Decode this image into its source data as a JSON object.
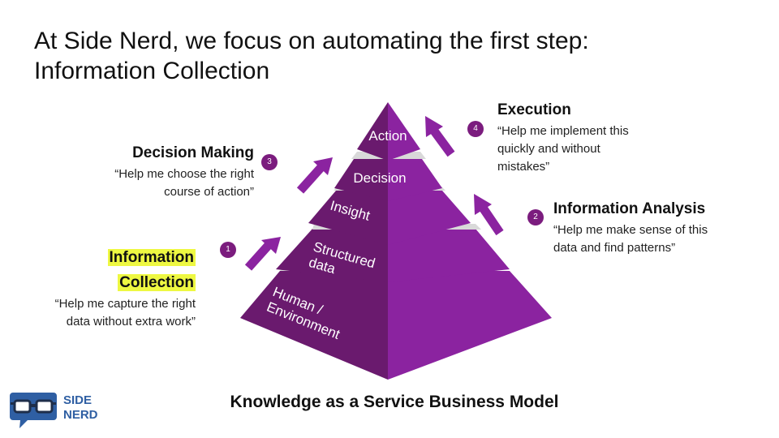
{
  "title": {
    "line1": "At Side Nerd, we focus on automating the first step:",
    "line2": "Information Collection"
  },
  "pyramid": {
    "levels": [
      "Action",
      "Decision",
      "Insight",
      "Structured\ndata",
      "Human /\nEnvironment"
    ],
    "colors": {
      "dark": "#6a1a6e",
      "light": "#8b23a0",
      "separator": "#d9d9d9",
      "arrow": "#8b23a0"
    }
  },
  "steps": {
    "collection": {
      "number": "1",
      "heading_line1": "Information",
      "heading_line2": "Collection",
      "quote_line1": "“Help me capture the right",
      "quote_line2": "data without extra work”"
    },
    "analysis": {
      "number": "2",
      "heading": "Information Analysis",
      "quote_line1": "“Help me make sense of this",
      "quote_line2": "data and find patterns”"
    },
    "decision": {
      "number": "3",
      "heading": "Decision Making",
      "quote_line1": "“Help me choose the right",
      "quote_line2": "course of action”"
    },
    "execution": {
      "number": "4",
      "heading": "Execution",
      "quote_line1": "“Help me implement this",
      "quote_line2": "quickly and without",
      "quote_line3": "mistakes”"
    }
  },
  "caption": "Knowledge as a Service Business Model",
  "logo": {
    "line1": "SIDE",
    "line2": "NERD",
    "color": "#2f5fa3"
  }
}
